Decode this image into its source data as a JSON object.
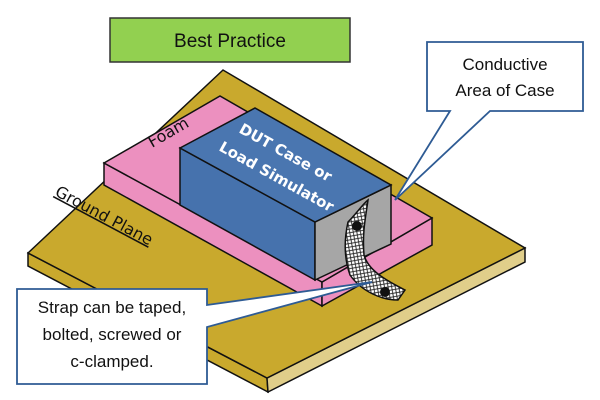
{
  "title": {
    "text": "Best Practice",
    "fill": "#92d050"
  },
  "labels": {
    "ground_plane": "Ground Plane",
    "foam": "Foam",
    "dut_line1": "DUT Case or",
    "dut_line2": "Load Simulator"
  },
  "callouts": {
    "conductive_area": {
      "lines": [
        "Conductive",
        "Area of Case"
      ]
    },
    "strap": {
      "lines": [
        "Strap can be taped,",
        "bolted, screwed or",
        "c-clamped."
      ]
    }
  },
  "colors": {
    "ground_plane_top": "#c9a92d",
    "ground_plane_edge": "#e0ce8a",
    "foam": "#ec90bf",
    "dut_top": "#4a76b0",
    "dut_side": "#4672ad",
    "dut_end": "#a6a6a6",
    "callout_border": "#2e5b94"
  }
}
